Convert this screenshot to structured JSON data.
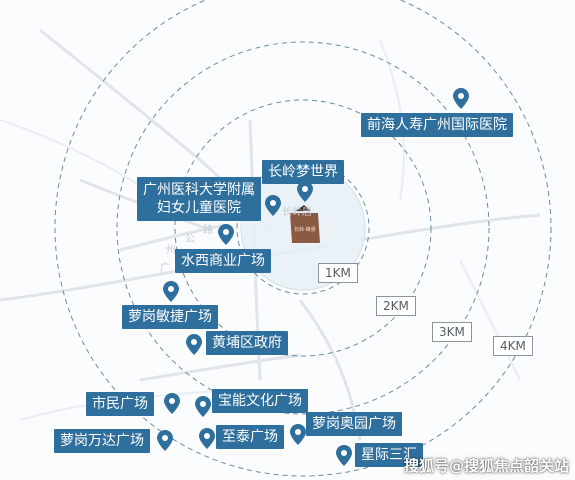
{
  "map": {
    "center_block_text": "长岭·峰景",
    "rings": [
      "1KM",
      "2KM",
      "3KM",
      "4KM"
    ],
    "road_texts": [
      "广",
      "州",
      "公",
      "路",
      "长岭居"
    ],
    "pois": [
      {
        "id": "qianhai",
        "label": "前海人寿广州国际医院"
      },
      {
        "id": "changling",
        "label": "长岭梦世界"
      },
      {
        "id": "gzfy",
        "label": "广州医科大学附属",
        "label2": "妇女儿童医院"
      },
      {
        "id": "shuixi",
        "label": "水西商业广场"
      },
      {
        "id": "minjie",
        "label": "萝岗敏捷广场"
      },
      {
        "id": "huangpu",
        "label": "黄埔区政府"
      },
      {
        "id": "shimin",
        "label": "市民广场"
      },
      {
        "id": "baoneng",
        "label": "宝能文化广场"
      },
      {
        "id": "wanda",
        "label": "萝岗万达广场"
      },
      {
        "id": "zhitai",
        "label": "至泰广场"
      },
      {
        "id": "aoyuan",
        "label": "萝岗奥园广场"
      },
      {
        "id": "xingji",
        "label": "星际三汇"
      }
    ],
    "watermark": "搜狐号@搜狐焦点韶关站",
    "colors": {
      "label_bg": "#2f6f9e",
      "pin": "#2f6f9e",
      "ring": "#6b8da0",
      "center_block": "#8a5a43"
    }
  }
}
